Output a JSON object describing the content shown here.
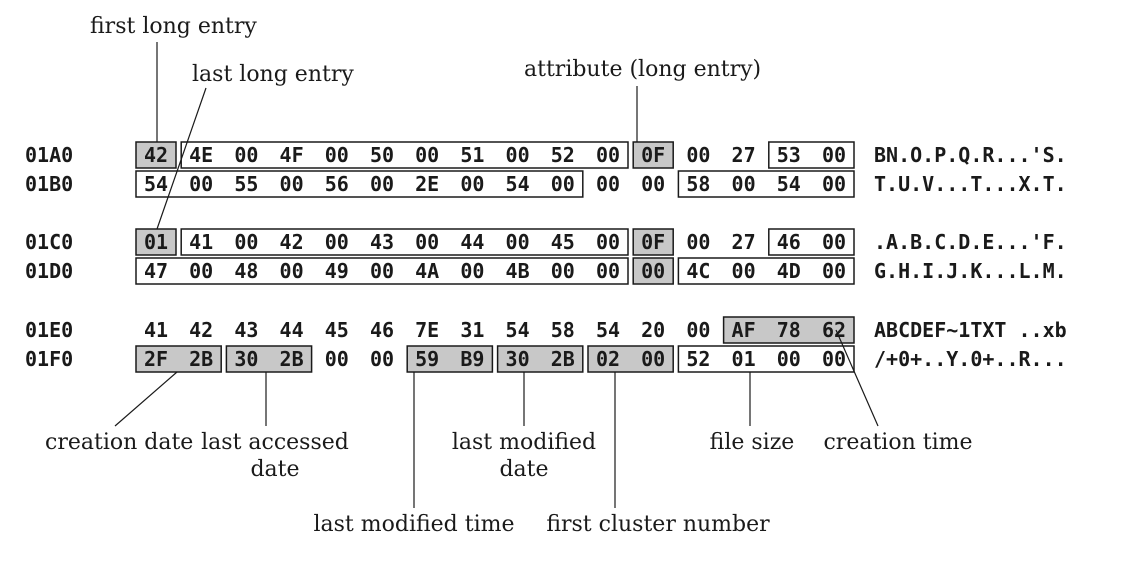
{
  "rows": [
    {
      "offset": "01A0",
      "bytes": [
        "42",
        "4E",
        "00",
        "4F",
        "00",
        "50",
        "00",
        "51",
        "00",
        "52",
        "00",
        "0F",
        "00",
        "27",
        "53",
        "00"
      ],
      "ascii": "BN.O.P.Q.R...'S."
    },
    {
      "offset": "01B0",
      "bytes": [
        "54",
        "00",
        "55",
        "00",
        "56",
        "00",
        "2E",
        "00",
        "54",
        "00",
        "00",
        "00",
        "58",
        "00",
        "54",
        "00"
      ],
      "ascii": "T.U.V...T...X.T."
    },
    {
      "offset": "01C0",
      "bytes": [
        "01",
        "41",
        "00",
        "42",
        "00",
        "43",
        "00",
        "44",
        "00",
        "45",
        "00",
        "0F",
        "00",
        "27",
        "46",
        "00"
      ],
      "ascii": ".A.B.C.D.E...'F."
    },
    {
      "offset": "01D0",
      "bytes": [
        "47",
        "00",
        "48",
        "00",
        "49",
        "00",
        "4A",
        "00",
        "4B",
        "00",
        "00",
        "00",
        "4C",
        "00",
        "4D",
        "00"
      ],
      "ascii": "G.H.I.J.K...L.M."
    },
    {
      "offset": "01E0",
      "bytes": [
        "41",
        "42",
        "43",
        "44",
        "45",
        "46",
        "7E",
        "31",
        "54",
        "58",
        "54",
        "20",
        "00",
        "AF",
        "78",
        "62"
      ],
      "ascii": "ABCDEF~1TXT ..xb"
    },
    {
      "offset": "01F0",
      "bytes": [
        "2F",
        "2B",
        "30",
        "2B",
        "00",
        "00",
        "59",
        "B9",
        "30",
        "2B",
        "02",
        "00",
        "52",
        "01",
        "00",
        "00"
      ],
      "ascii": "/+0+..Y.0+..R..."
    }
  ],
  "labels": {
    "first_long_entry": "first long entry",
    "last_long_entry": "last long entry",
    "attribute_long_entry": "attribute (long entry)",
    "creation_date": "creation date",
    "last_accessed_date_1": "last accessed",
    "last_accessed_date_2": "date",
    "last_modified_date_1": "last modified",
    "last_modified_date_2": "date",
    "file_size": "file size",
    "creation_time": "creation time",
    "last_modified_time": "last modified time",
    "first_cluster_number": "first cluster number"
  }
}
